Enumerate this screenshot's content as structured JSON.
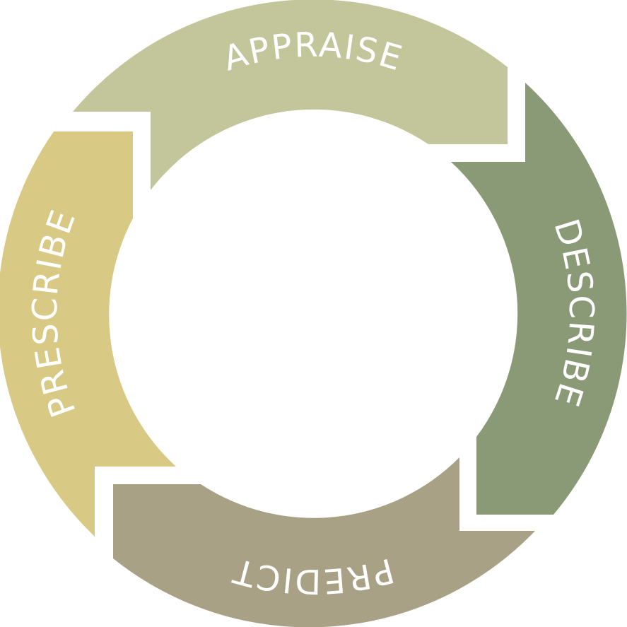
{
  "diagram": {
    "stages": [
      {
        "label": "APPRAISE",
        "color": "#c3c59b"
      },
      {
        "label": "DESCRIBE",
        "color": "#8a9a77"
      },
      {
        "label": "PREDICT",
        "color": "#a8a186"
      },
      {
        "label": "PRESCRIBE",
        "color": "#d8c985"
      }
    ],
    "background": "#ffffff"
  }
}
